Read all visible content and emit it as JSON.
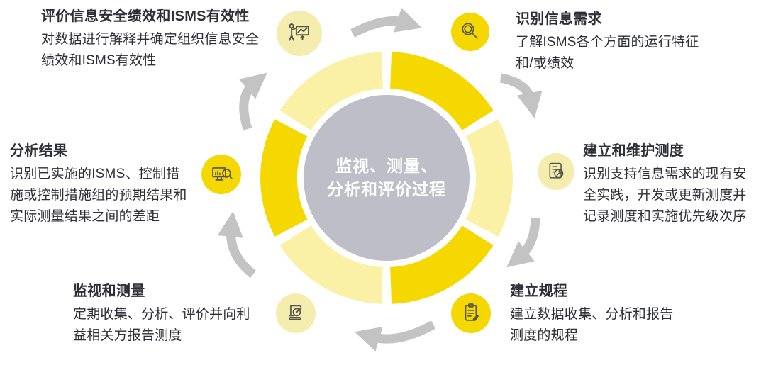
{
  "diagram": {
    "center_label": {
      "line1": "监视、测量、",
      "line2": "分析和评价过程"
    },
    "nodes": [
      {
        "title": "识别信息需求",
        "icon": "search-icon",
        "desc": [
          "了解ISMS各个方面的运行特征",
          "和/或绩效"
        ]
      },
      {
        "title": "建立和维护测度",
        "icon": "document-wrench-icon",
        "desc": [
          "识别支持信息需求的现有安",
          "全实践，开发或更新测度并",
          "记录测度和实施优先级次序"
        ]
      },
      {
        "title": "建立规程",
        "icon": "clipboard-icon",
        "desc": [
          "建立数据收集、分析和报告",
          "测度的规程"
        ]
      },
      {
        "title": "监视和测量",
        "icon": "scroll-gauge-icon",
        "desc": [
          "定期收集、分析、评价并向利",
          "益相关方报告测度"
        ]
      },
      {
        "title": "分析结果",
        "icon": "monitor-search-icon",
        "desc": [
          "识别已实施的ISMS、控制措",
          "施或控制措施组的预期结果和",
          "实际测量结果之间的差距"
        ]
      },
      {
        "title": "评价信息安全绩效和ISMS有效性",
        "icon": "presentation-icon",
        "desc": [
          "对数据进行解释并确定组织信息安全",
          "绩效和ISMS有效性"
        ]
      }
    ],
    "colors": {
      "segment_bright": "#F5D800",
      "segment_pale": "#FAF1A6",
      "icon_badge_pale": "#F4EDAD",
      "icon_badge_bright": "#F5D800",
      "center_circle": "#BDBEC8",
      "center_text": "#FFFFFF",
      "arrow": "#C3C3C3",
      "text": "#2E2E38"
    }
  }
}
